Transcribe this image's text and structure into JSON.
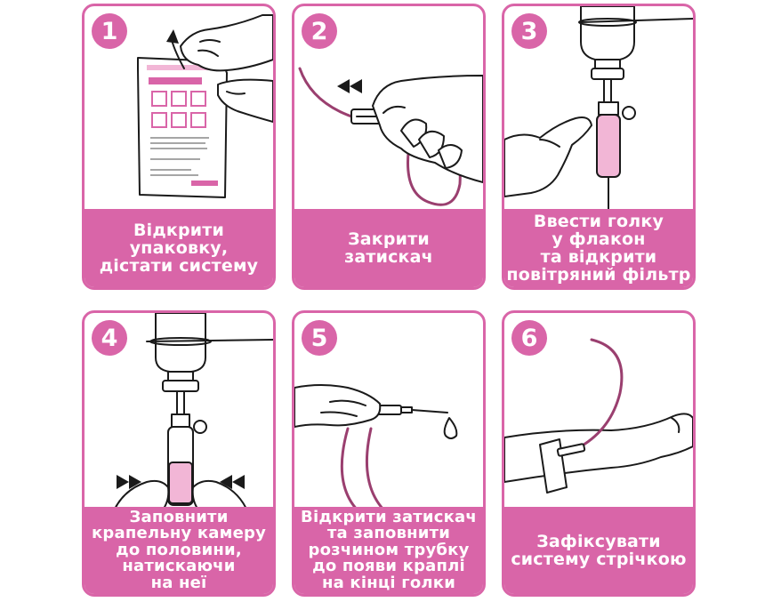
{
  "colors": {
    "accent": "#d965a8",
    "tube": "#9a3f6f",
    "liquid": "#f2b6d6"
  },
  "steps": [
    {
      "number": "1",
      "caption": "Відкрити упаковку,\nдістати систему"
    },
    {
      "number": "2",
      "caption": "Закрити\nзатискач"
    },
    {
      "number": "3",
      "caption": "Ввести голку\nу флакон\nта відкрити\nповітряний фільтр"
    },
    {
      "number": "4",
      "caption": "Заповнити\nкрапельну камеру\nдо половини,\nнатискаючи\nна неї"
    },
    {
      "number": "5",
      "caption": "Відкрити затискач\nта заповнити\nрозчином трубку\nдо появи краплі\nна кінці голки"
    },
    {
      "number": "6",
      "caption": "Зафіксувати\nсистему стрічкою"
    }
  ]
}
